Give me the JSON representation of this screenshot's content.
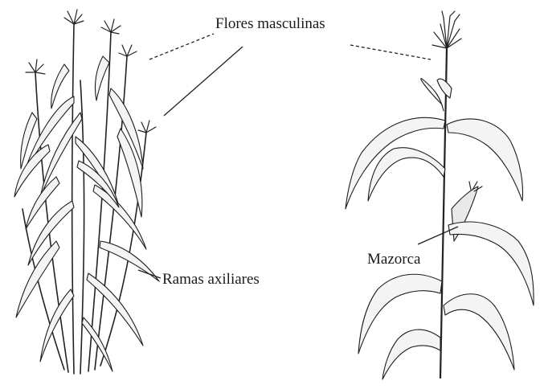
{
  "labels": {
    "male_flowers": "Flores masculinas",
    "axillary_branches": "Ramas axiliares",
    "ear": "Mazorca"
  },
  "colors": {
    "background": "#ffffff",
    "ink": "#222222"
  }
}
